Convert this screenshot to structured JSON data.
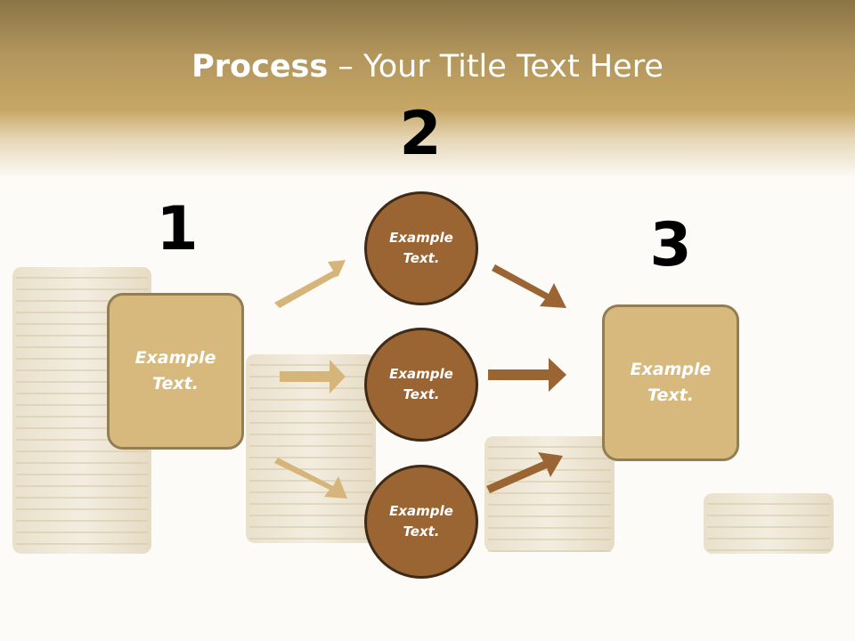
{
  "slide": {
    "title_bold": "Process",
    "title_rest": " – Your Title Text Here"
  },
  "steps": [
    {
      "number": "1",
      "text": "Example Text."
    },
    {
      "number": "2",
      "text": "Example Text."
    },
    {
      "number": "3",
      "text": "Example Text."
    }
  ],
  "circles": [
    {
      "text": "Example Text."
    },
    {
      "text": "Example Text."
    },
    {
      "text": "Example Text."
    }
  ],
  "colors": {
    "header_gold": "#c7a766",
    "box_fill": "#d7b97e",
    "circle_fill": "#9a6433",
    "arrow_light": "#d5b57a",
    "arrow_dark": "#9a6433"
  }
}
